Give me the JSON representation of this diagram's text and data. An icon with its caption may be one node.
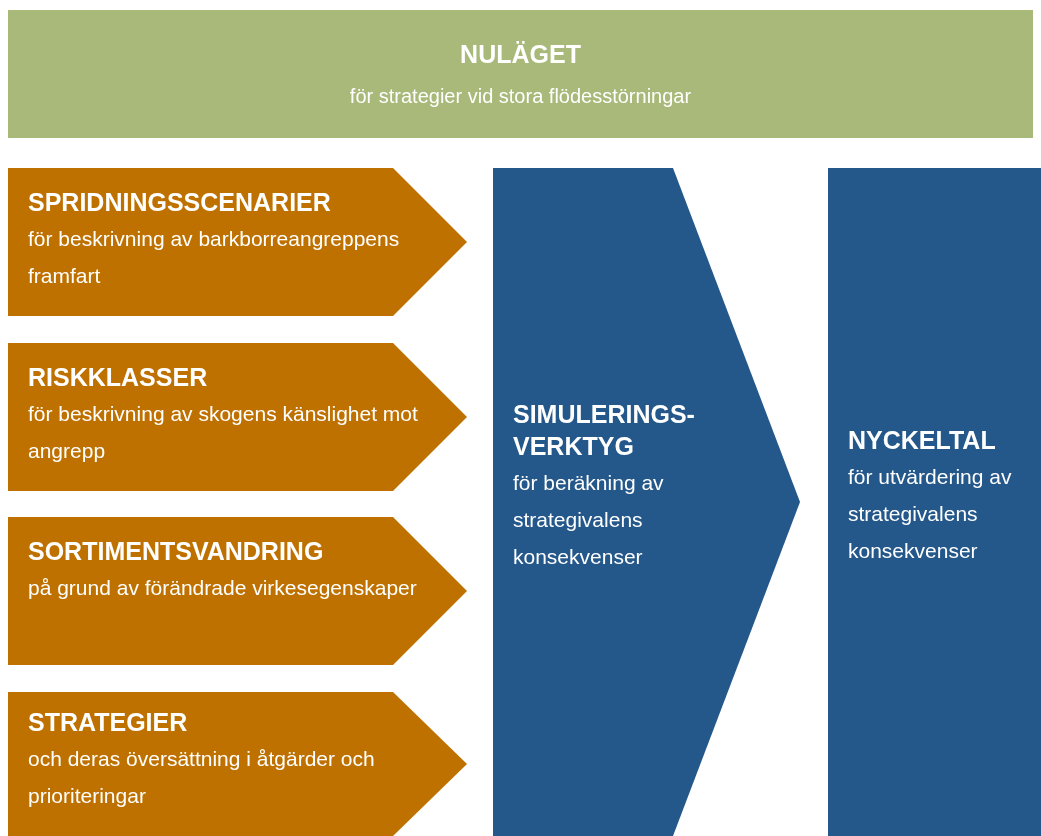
{
  "diagram": {
    "nodes": [
      {
        "text": [
          "NULÄGET",
          "för strategier vid stora flödesstörningar"
        ]
      },
      {
        "text": [
          "SPRIDNINGSSCENARIER",
          "för beskrivning av barkborreangreppens framfart"
        ]
      },
      {
        "text": [
          "RISKKLASSER",
          "för beskrivning av skogens känslighet mot angrepp"
        ]
      },
      {
        "text": [
          "SORTIMENTSVANDRING",
          "på grund av förändrade virkesegenskaper"
        ]
      },
      {
        "text": [
          "STRATEGIER",
          "och deras översättning i åtgärder och prioriteringar"
        ]
      },
      {
        "text": [
          "SIMULERINGS- VERKTYG",
          "för beräkning av strategivalens konsekvenser"
        ]
      },
      {
        "text": [
          "NYCKELTAL",
          "för utvärdering av strategivalens konsekvenser"
        ]
      }
    ]
  }
}
